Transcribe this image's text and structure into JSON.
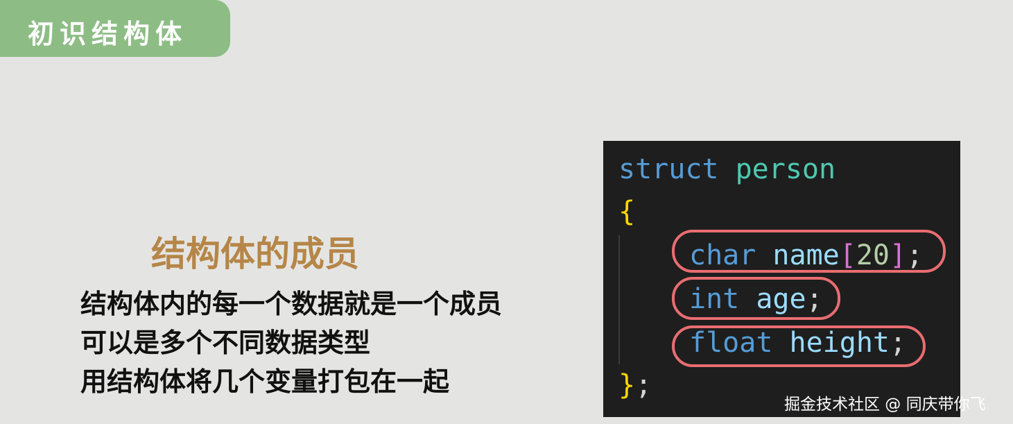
{
  "header": {
    "title": "初识结构体"
  },
  "main": {
    "heading": "结构体的成员",
    "bullets": [
      "结构体内的每一个数据就是一个成员",
      "可以是多个不同数据类型",
      "用结构体将几个变量打包在一起"
    ]
  },
  "code": {
    "struct_keyword": "struct",
    "struct_name": "person",
    "open_brace": "{",
    "members": [
      {
        "type": "char",
        "name": "name",
        "bracket_open": "[",
        "size": "20",
        "bracket_close": "]",
        "semi": ";"
      },
      {
        "type": "int",
        "name": "age",
        "semi": ";"
      },
      {
        "type": "float",
        "name": "height",
        "semi": ";"
      }
    ],
    "close_brace": "}",
    "close_semi": ";"
  },
  "watermark": "掘金技术社区 @ 同庆带你飞",
  "colors": {
    "background": "#e4e5e3",
    "title_tab": "#8dbd85",
    "heading": "#b68648",
    "code_bg": "#1e1e1e",
    "highlight_ring": "#e96d71"
  }
}
